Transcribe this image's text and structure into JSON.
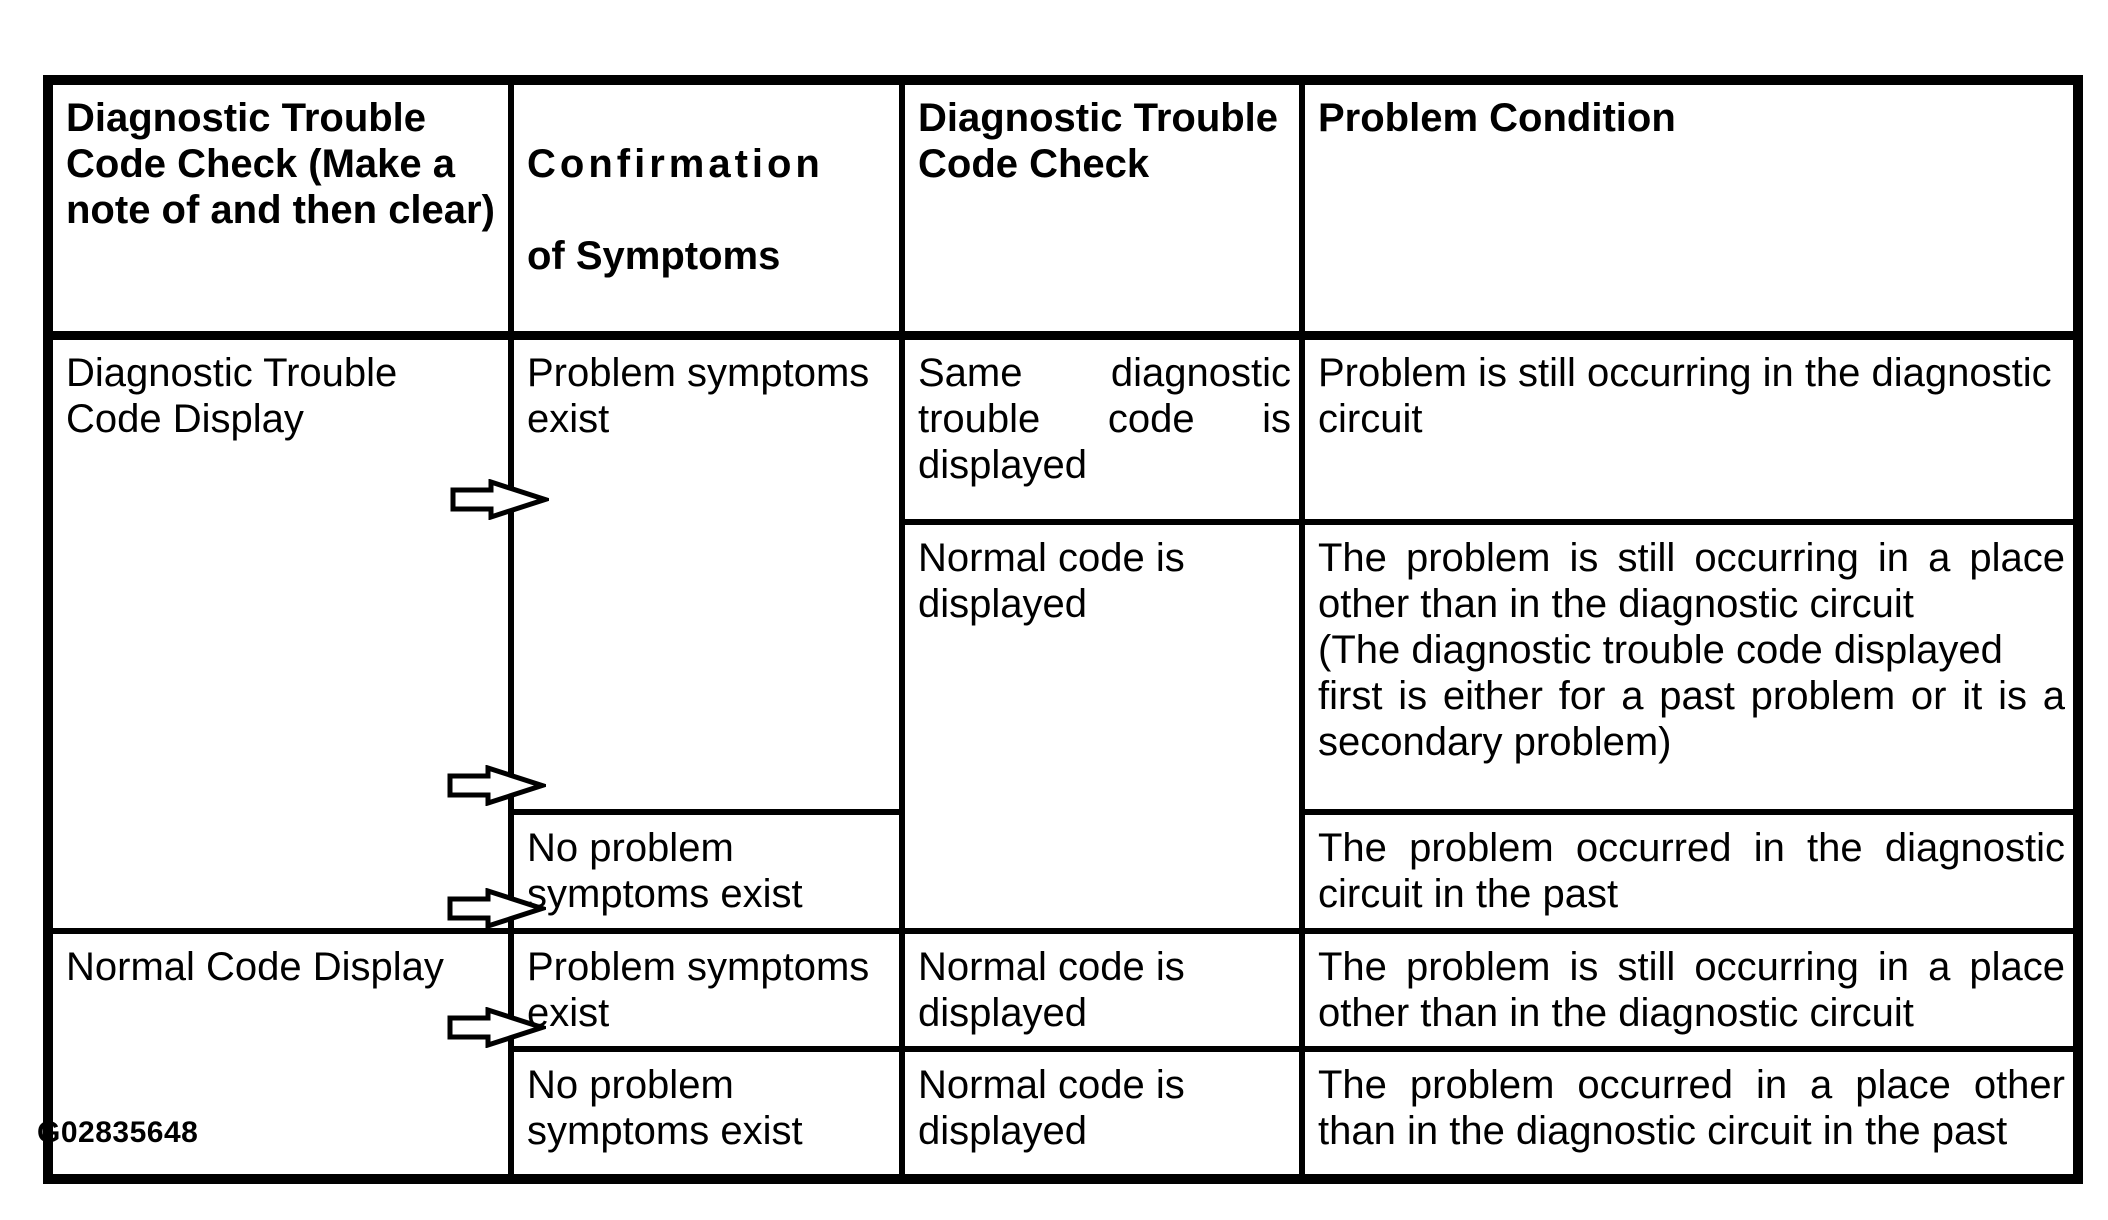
{
  "page": {
    "background_color": "#ffffff",
    "text_color": "#000000",
    "border_color": "#000000"
  },
  "figure_label": "G02835648",
  "icons": {
    "flow_arrow": "right-block-arrow",
    "flow_arrow_count": 4
  },
  "table": {
    "header": {
      "dtc_check_clear": "Diagnostic Trouble\nCode Check (Make a note of and then clear)",
      "confirmation_line1": "Confirmation",
      "confirmation_line2": "of Symptoms",
      "dtc_check": "Diagnostic Trouble\nCode Check",
      "problem_condition": "Problem Condition"
    },
    "body": {
      "dtc_display_label": "Diagnostic Trouble\nCode Display",
      "normal_display_label": "Normal Code Display",
      "problem_symptoms_1": "Problem symptoms\nexist",
      "no_problem_symptoms_1": "No problem\nsymptoms exist",
      "problem_symptoms_2": "Problem symptoms\nexist",
      "no_problem_symptoms_2": "No problem\nsymptoms exist",
      "same_code_displayed": "Same diagnostic trouble code is displayed",
      "normal_code_displayed_1": "Normal code is\ndisplayed",
      "normal_code_displayed_2": "Normal code is\ndisplayed",
      "normal_code_displayed_3": "Normal code is\ndisplayed",
      "cond_r1a": "Problem is still occurring in the diagnostic\ncircuit",
      "cond_r1b": "The problem is still occurring in a place other than in the diagnostic circuit\n(The diagnostic trouble code displayed\nfirst is either for a past problem or it is a secondary problem)",
      "cond_r1c": "The problem occurred in the diagnostic circuit in the past",
      "cond_r2a": "The problem is still occurring in a place other than in the diagnostic circuit",
      "cond_r2b": "The problem occurred in a place other than in the diagnostic circuit in the past"
    }
  }
}
